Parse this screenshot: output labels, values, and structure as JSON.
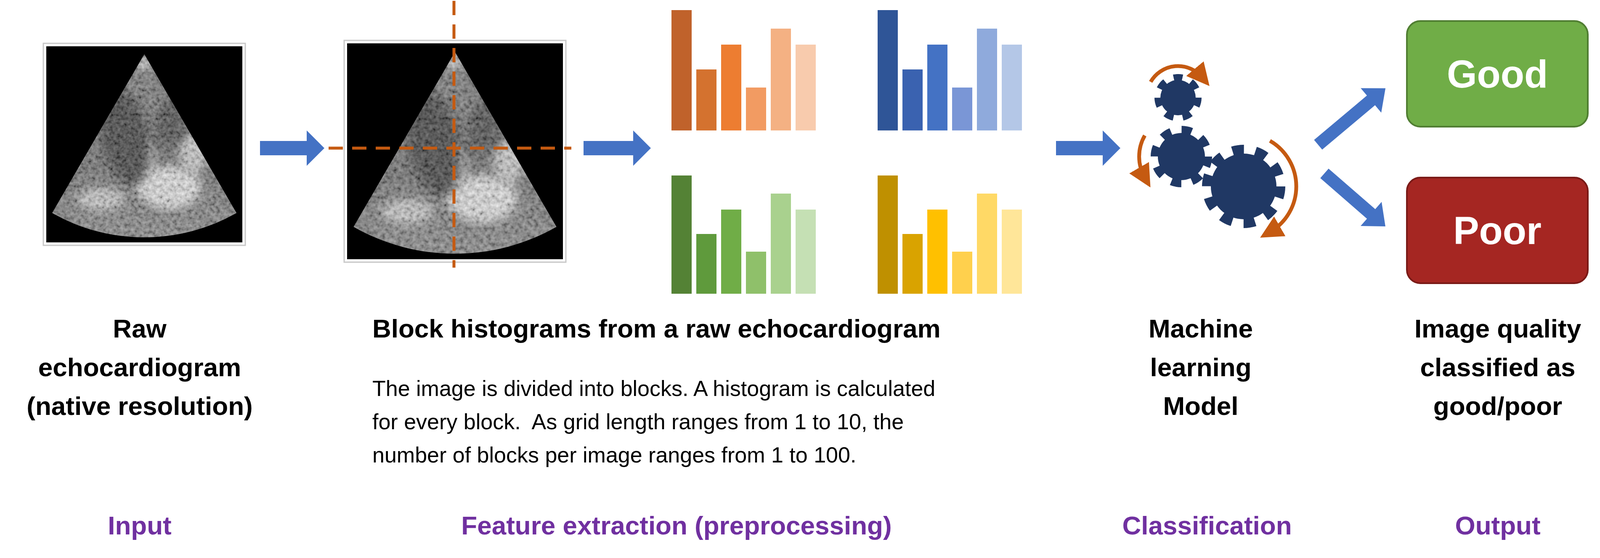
{
  "diagram": {
    "nodes": [
      {
        "text": [
          "Good"
        ]
      },
      {
        "text": [
          "Poor"
        ]
      }
    ],
    "labels": [
      "Raw echocardiogram (native resolution)",
      "Block histograms from a raw echocardiogram",
      "The image is divided into blocks. A histogram is calculated for every block.  As grid length ranges from 1 to 10, the number of blocks per image ranges from 1 to 100.",
      "Machine learning Model",
      "Image quality classified as good/poor",
      "Input",
      "Feature extraction (preprocessing)",
      "Classification",
      "Output"
    ]
  }
}
